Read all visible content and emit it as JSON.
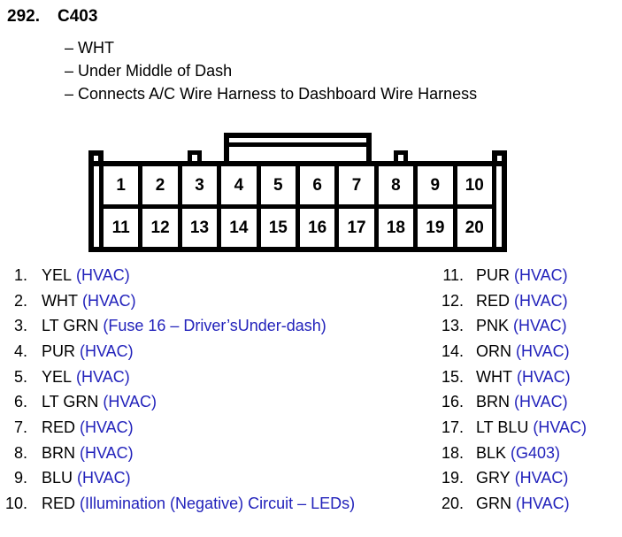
{
  "colors": {
    "ink": "#000000",
    "circuit_blue": "#2222bb",
    "page_bg": "#ffffff"
  },
  "header": {
    "index": "292.",
    "title": "C403",
    "details": [
      "– WHT",
      "– Under Middle of Dash",
      "– Connects A/C Wire Harness to Dashboard Wire Harness"
    ]
  },
  "connector": {
    "rows": [
      [
        "1",
        "2",
        "3",
        "4",
        "5",
        "6",
        "7",
        "8",
        "9",
        "10"
      ],
      [
        "11",
        "12",
        "13",
        "14",
        "15",
        "16",
        "17",
        "18",
        "19",
        "20"
      ]
    ]
  },
  "pins": {
    "left": [
      {
        "num": "1.",
        "color": "YEL",
        "circuit": "(HVAC)"
      },
      {
        "num": "2.",
        "color": "WHT",
        "circuit": "(HVAC)"
      },
      {
        "num": "3.",
        "color": "LT GRN",
        "circuit": "(Fuse 16 – Driver’sUnder-dash)"
      },
      {
        "num": "4.",
        "color": "PUR",
        "circuit": "(HVAC)"
      },
      {
        "num": "5.",
        "color": "YEL",
        "circuit": "(HVAC)"
      },
      {
        "num": "6.",
        "color": "LT GRN",
        "circuit": "(HVAC)"
      },
      {
        "num": "7.",
        "color": "RED",
        "circuit": "(HVAC)"
      },
      {
        "num": "8.",
        "color": "BRN",
        "circuit": "(HVAC)"
      },
      {
        "num": "9.",
        "color": "BLU",
        "circuit": "(HVAC)"
      },
      {
        "num": "10.",
        "color": "RED",
        "circuit": "(Illumination (Negative) Circuit – LEDs)"
      }
    ],
    "right": [
      {
        "num": "11.",
        "color": "PUR",
        "circuit": "(HVAC)"
      },
      {
        "num": "12.",
        "color": "RED",
        "circuit": "(HVAC)"
      },
      {
        "num": "13.",
        "color": "PNK",
        "circuit": "(HVAC)"
      },
      {
        "num": "14.",
        "color": "ORN",
        "circuit": "(HVAC)"
      },
      {
        "num": "15.",
        "color": "WHT",
        "circuit": "(HVAC)"
      },
      {
        "num": "16.",
        "color": "BRN",
        "circuit": "(HVAC)"
      },
      {
        "num": "17.",
        "color": "LT BLU",
        "circuit": "(HVAC)"
      },
      {
        "num": "18.",
        "color": "BLK",
        "circuit": "(G403)"
      },
      {
        "num": "19.",
        "color": "GRY",
        "circuit": "(HVAC)"
      },
      {
        "num": "20.",
        "color": "GRN",
        "circuit": "(HVAC)"
      }
    ]
  }
}
